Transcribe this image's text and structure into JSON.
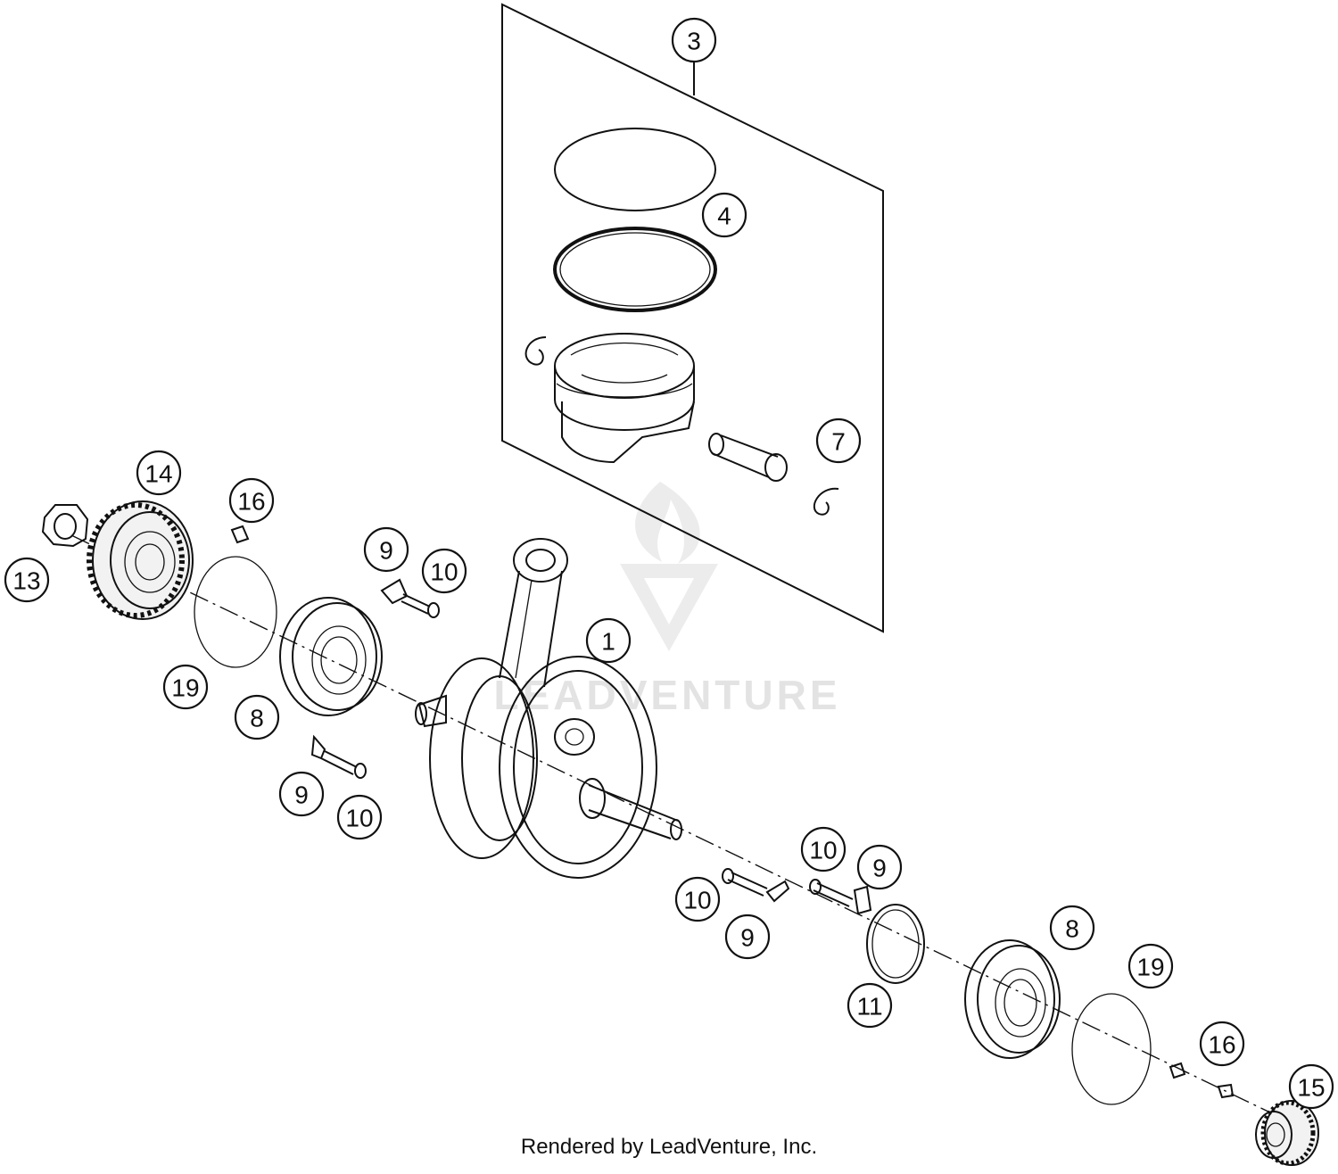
{
  "watermark": {
    "text": "LEADVENTURE"
  },
  "footer": {
    "credit": "Rendered by LeadVenture, Inc."
  },
  "callouts": [
    {
      "id": "3",
      "label": "3"
    },
    {
      "id": "4",
      "label": "4"
    },
    {
      "id": "7",
      "label": "7"
    },
    {
      "id": "14",
      "label": "14"
    },
    {
      "id": "16a",
      "label": "16"
    },
    {
      "id": "13",
      "label": "13"
    },
    {
      "id": "9a",
      "label": "9"
    },
    {
      "id": "10a",
      "label": "10"
    },
    {
      "id": "1",
      "label": "1"
    },
    {
      "id": "19a",
      "label": "19"
    },
    {
      "id": "8a",
      "label": "8"
    },
    {
      "id": "9b",
      "label": "9"
    },
    {
      "id": "10b",
      "label": "10"
    },
    {
      "id": "10c",
      "label": "10"
    },
    {
      "id": "9c",
      "label": "9"
    },
    {
      "id": "10d",
      "label": "10"
    },
    {
      "id": "9d",
      "label": "9"
    },
    {
      "id": "11",
      "label": "11"
    },
    {
      "id": "8b",
      "label": "8"
    },
    {
      "id": "19b",
      "label": "19"
    },
    {
      "id": "16b",
      "label": "16"
    },
    {
      "id": "15",
      "label": "15"
    }
  ]
}
